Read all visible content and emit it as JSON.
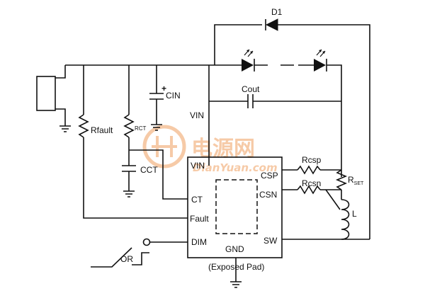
{
  "diagram": {
    "components": {
      "diode": "D1",
      "fault_resistor": "Rfault",
      "timing_resistor": "RCT",
      "input_capacitor": "CIN",
      "input_cap_polarity": "+",
      "timing_capacitor": "CCT",
      "output_capacitor": "Cout",
      "sense_p_resistor": "Rcsp",
      "sense_n_resistor": "Rcsn",
      "set_resistor_main": "R",
      "set_resistor_sub": "SET",
      "inductor": "L"
    },
    "ic_pins": {
      "vin": "VIN",
      "csp": "CSP",
      "csn": "CSN",
      "ct": "CT",
      "fault": "Fault",
      "dim": "DIM",
      "gnd": "GND",
      "sw": "SW"
    },
    "vin_net_label": "VIN",
    "ic_footnote": "(Exposed Pad)",
    "or_label": "OR",
    "watermark": {
      "chinese": "电源网",
      "latin": "DianYuan.com",
      "color": "#f0a060"
    }
  }
}
